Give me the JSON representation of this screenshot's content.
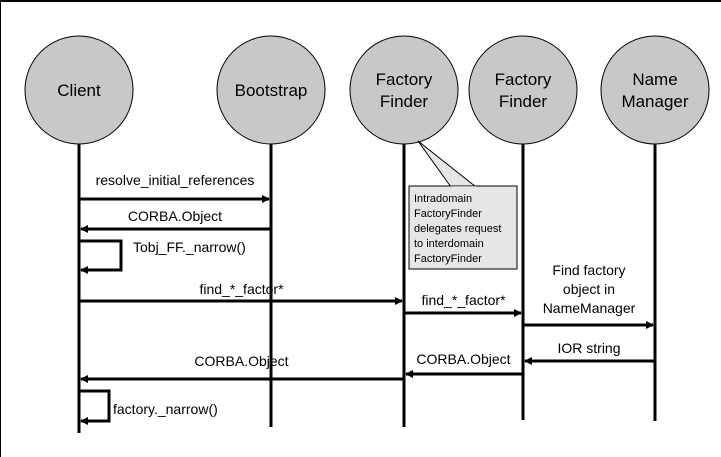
{
  "diagram": {
    "type": "sequence",
    "colors": {
      "actor_fill": "#c8c8c8",
      "note_fill": "#e6e6e6",
      "line": "#000000",
      "background": "#ffffff"
    },
    "actors": [
      {
        "id": "client",
        "lines": [
          "Client"
        ]
      },
      {
        "id": "bootstrap",
        "lines": [
          "Bootstrap"
        ]
      },
      {
        "id": "ff-intra",
        "lines": [
          "Factory",
          "Finder"
        ]
      },
      {
        "id": "ff-inter",
        "lines": [
          "Factory",
          "Finder"
        ]
      },
      {
        "id": "name-manager",
        "lines": [
          "Name",
          "Manager"
        ]
      }
    ],
    "messages": [
      {
        "from": "client",
        "to": "bootstrap",
        "lines": [
          "resolve_initial_references"
        ]
      },
      {
        "from": "bootstrap",
        "to": "client",
        "lines": [
          "CORBA.Object"
        ]
      },
      {
        "from": "client",
        "to": "client",
        "self": true,
        "lines": [
          "Tobj_FF._narrow()"
        ]
      },
      {
        "from": "client",
        "to": "ff-intra",
        "lines": [
          "find_*_factor*"
        ]
      },
      {
        "from": "ff-intra",
        "to": "ff-inter",
        "lines": [
          "find_*_factor*"
        ]
      },
      {
        "from": "ff-inter",
        "to": "name-manager",
        "lines": [
          "Find factory",
          "object in",
          "NameManager"
        ]
      },
      {
        "from": "name-manager",
        "to": "ff-inter",
        "lines": [
          "IOR string"
        ]
      },
      {
        "from": "ff-inter",
        "to": "ff-intra",
        "lines": [
          "CORBA.Object"
        ]
      },
      {
        "from": "ff-intra",
        "to": "client",
        "lines": [
          "CORBA.Object"
        ]
      },
      {
        "from": "client",
        "to": "client",
        "self": true,
        "lines": [
          "factory._narrow()"
        ]
      }
    ],
    "note": {
      "attached_to": "ff-intra",
      "lines": [
        "Intradomain",
        "FactoryFinder",
        "delegates request",
        "to interdomain",
        "FactoryFinder"
      ]
    }
  }
}
